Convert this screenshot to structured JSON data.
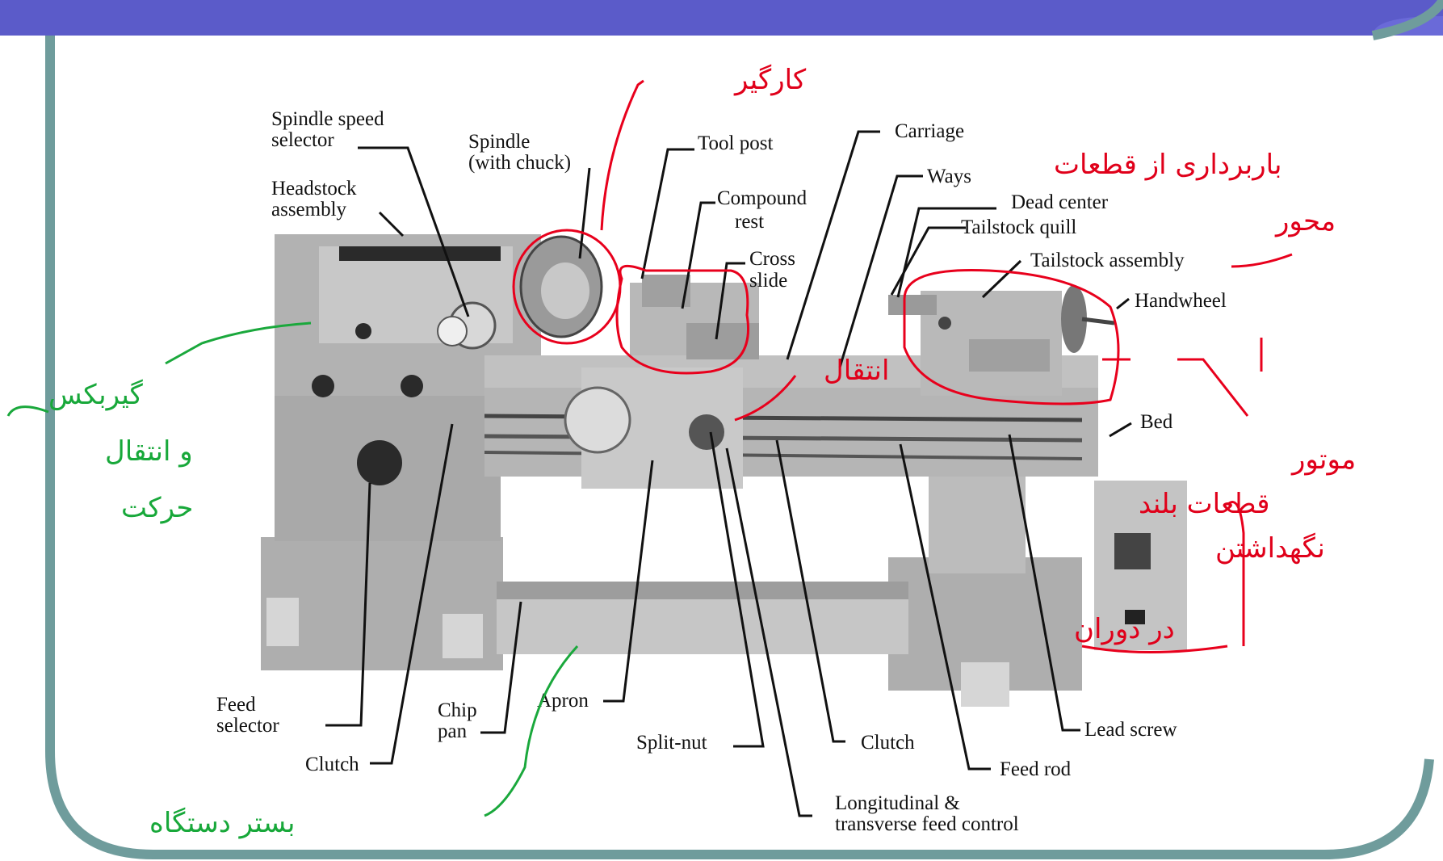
{
  "colors": {
    "frame_teal": "#6f9c9c",
    "title_bar": "#6a6ad8",
    "annotation_red": "#e8001c",
    "annotation_green": "#1aa83c",
    "machine_gray": "#b8b8b8"
  },
  "labels": {
    "spindle_speed_selector": [
      "Spindle  speed",
      "selector"
    ],
    "spindle": [
      "Spindle",
      "(with  chuck)"
    ],
    "headstock_assembly": [
      "Headstock",
      "assembly"
    ],
    "tool_post": "Tool  post",
    "carriage": "Carriage",
    "compound_rest": [
      "Compound",
      "rest"
    ],
    "ways": "Ways",
    "dead_center": "Dead  center",
    "tailstock_quill": "Tailstock  quill",
    "cross_slide": [
      "Cross",
      "slide"
    ],
    "tailstock_assembly": "Tailstock  assembly",
    "handwheel": "Handwheel",
    "bed": "Bed",
    "feed_selector": [
      "Feed",
      "selector"
    ],
    "chip_pan": [
      "Chip",
      "pan"
    ],
    "apron": "Apron",
    "clutch_left": "Clutch",
    "split_nut": "Split-nut",
    "clutch_right": "Clutch",
    "lead_screw": "Lead  screw",
    "feed_rod": "Feed  rod",
    "longitudinal_feed_control": [
      "Longitudinal  &",
      "transverse  feed  control"
    ]
  },
  "annotations": {
    "workpiece_holder": "کارگیر",
    "material_removal": [
      "باربرداری از قطعات",
      "محور"
    ],
    "gearbox_transmission": [
      "گیربکس",
      "و انتقال",
      "حرکت"
    ],
    "bench_machine_body": "بستر دستگاه",
    "motor": "موتور",
    "holding_long_parts": [
      "نگهداشتن",
      "قطعات بلند",
      "در دوران"
    ],
    "screw": "انتقال"
  }
}
